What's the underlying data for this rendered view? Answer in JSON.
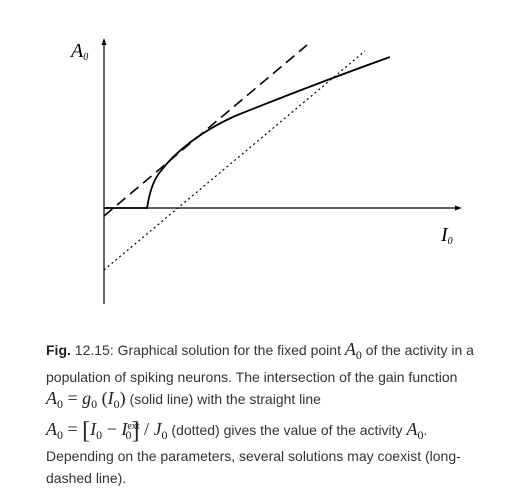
{
  "figure": {
    "y_axis_label": "A",
    "y_axis_label_sub": "0",
    "x_axis_label": "I",
    "x_axis_label_sub": "0",
    "curves": {
      "gain_function": "solid",
      "straight_line": "dotted",
      "alternative_line": "long-dashed"
    }
  },
  "caption": {
    "fig_label": "Fig.",
    "fig_number": " 12.15",
    "text_1": ": Graphical solution for the fixed point ",
    "A": "A",
    "sub0": "0",
    "text_2": " of the activity in a population of spiking neurons. The intersection of the gain function",
    "eq1_g": "g",
    "eq1_I": "I",
    "paren_open": "(",
    "paren_close": ")",
    "equals": " = ",
    "text_3": " (solid line) with the straight line",
    "bracket_open": "[",
    "bracket_close": "]",
    "minus": " − ",
    "sup_ext": "ext",
    "slash": " / ",
    "J": "J",
    "text_4": " (dotted) gives the value of the activity ",
    "text_5": ".",
    "text_6": "Depending on the parameters, several solutions may coexist (long-dashed line)."
  }
}
